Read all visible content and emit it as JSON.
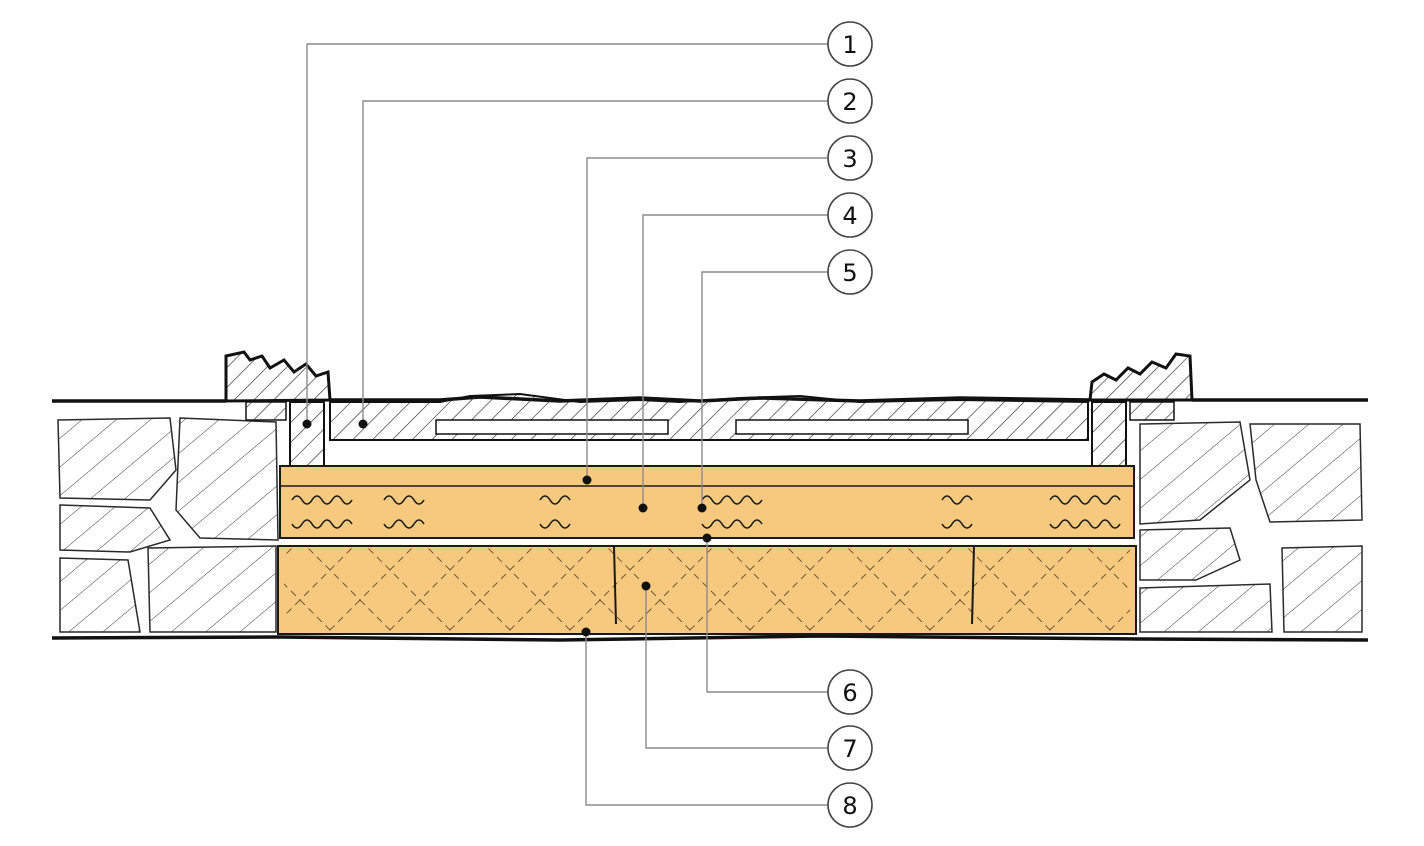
{
  "diagram": {
    "callouts": [
      {
        "number": "1"
      },
      {
        "number": "2"
      },
      {
        "number": "3"
      },
      {
        "number": "4"
      },
      {
        "number": "5"
      },
      {
        "number": "6"
      },
      {
        "number": "7"
      },
      {
        "number": "8"
      }
    ],
    "colors": {
      "insulation_fill": "#f7c97e",
      "line": "#1a1a1a",
      "leader": "#8c8c8c",
      "background": "#ffffff"
    }
  }
}
